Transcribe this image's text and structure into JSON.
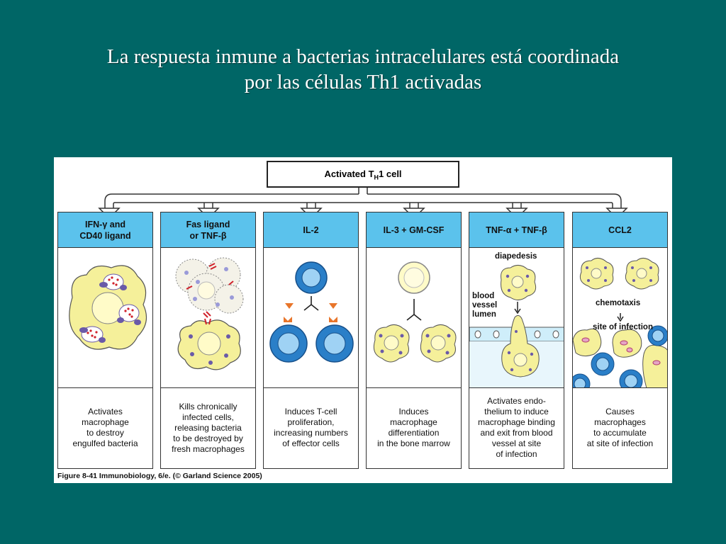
{
  "title_lines": [
    "La respuesta inmune a bacterias intracelulares está coordinada",
    "por las células Th1 activadas"
  ],
  "figure": {
    "top_box": {
      "prefix": "Activated T",
      "subscript": "H",
      "suffix": "1  cell"
    },
    "columns": [
      {
        "header": "IFN-γ and\nCD40 ligand",
        "description": "Activates\nmacrophage\nto destroy\nengulfed bacteria"
      },
      {
        "header": "Fas ligand\nor TNF-β",
        "description": "Kills chronically\ninfected cells,\nreleasing bacteria\nto be destroyed by\nfresh macrophages"
      },
      {
        "header": "IL-2",
        "description": "Induces T-cell\nproliferation,\nincreasing numbers\nof effector cells"
      },
      {
        "header": "IL-3 + GM-CSF",
        "description": "Induces\nmacrophage\ndifferentiation\nin the bone marrow"
      },
      {
        "header": "TNF-α + TNF-β",
        "description": "Activates endo-\nthelium to induce\nmacrophage binding\nand exit from blood\nvessel at site\nof infection"
      },
      {
        "header": "CCL2",
        "description": "Causes\nmacrophages\nto accumulate\nat site of infection"
      }
    ],
    "art_labels": {
      "diapedesis": "diapedesis",
      "blood_vessel_lumen": "blood\nvessel\nlumen",
      "chemotaxis": "chemotaxis",
      "site_of_infection": "site of infection"
    },
    "caption": "Figure 8-41  Immunobiology, 6/e. (© Garland Science 2005)"
  },
  "colors": {
    "background": "#006666",
    "header_blue": "#5bc2ec",
    "macrophage_yellow": "#f5f09a",
    "tcell_blue": "#2a7fc8",
    "bacteria_red": "#d0202a",
    "granule_purple": "#6a5aa8"
  }
}
